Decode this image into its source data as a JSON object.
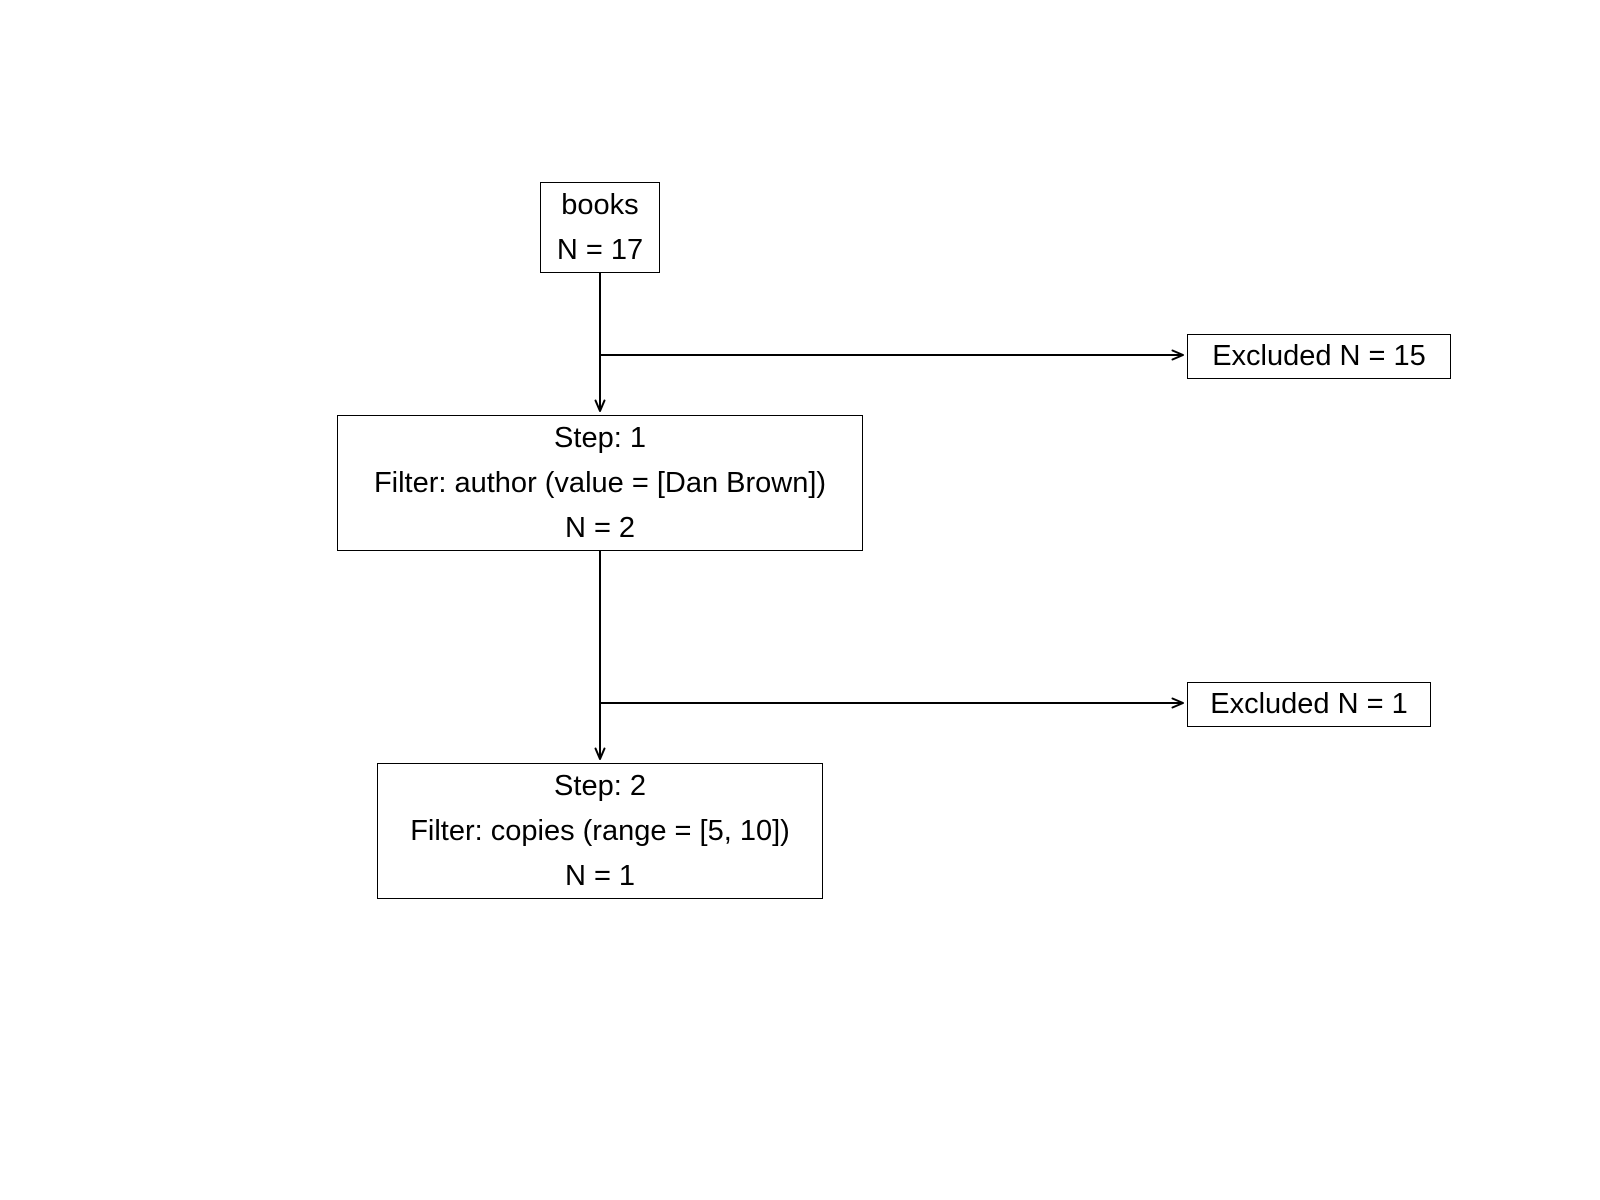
{
  "colors": {
    "ink": "#000000",
    "background": "#ffffff"
  },
  "diagram": {
    "type": "filter-flowchart",
    "source": {
      "title": "books",
      "count": "N = 17"
    },
    "steps": [
      {
        "label": "Step: 1",
        "filter": "Filter: author (value = [Dan Brown])",
        "count": "N = 2",
        "excluded": "Excluded N = 15"
      },
      {
        "label": "Step: 2",
        "filter": "Filter: copies (range = [5, 10])",
        "count": "N = 1",
        "excluded": "Excluded N = 1"
      }
    ]
  }
}
